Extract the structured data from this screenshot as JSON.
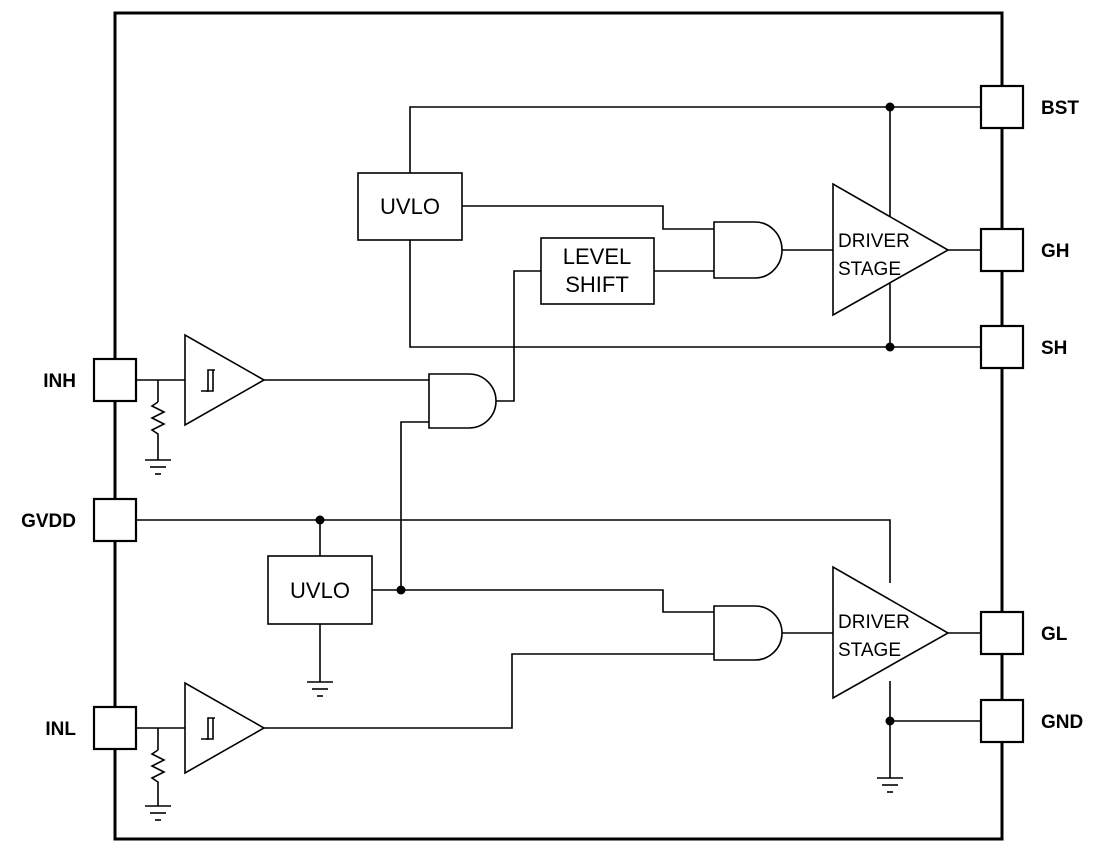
{
  "pins": {
    "bst": "BST",
    "gh": "GH",
    "sh": "SH",
    "gl": "GL",
    "gnd": "GND",
    "inh": "INH",
    "gvdd": "GVDD",
    "inl": "INL"
  },
  "blocks": {
    "uvlo_high": "UVLO",
    "uvlo_low": "UVLO",
    "level_shift_line1": "LEVEL",
    "level_shift_line2": "SHIFT",
    "driver_high_line1": "DRIVER",
    "driver_high_line2": "STAGE",
    "driver_low_line1": "DRIVER",
    "driver_low_line2": "STAGE"
  }
}
